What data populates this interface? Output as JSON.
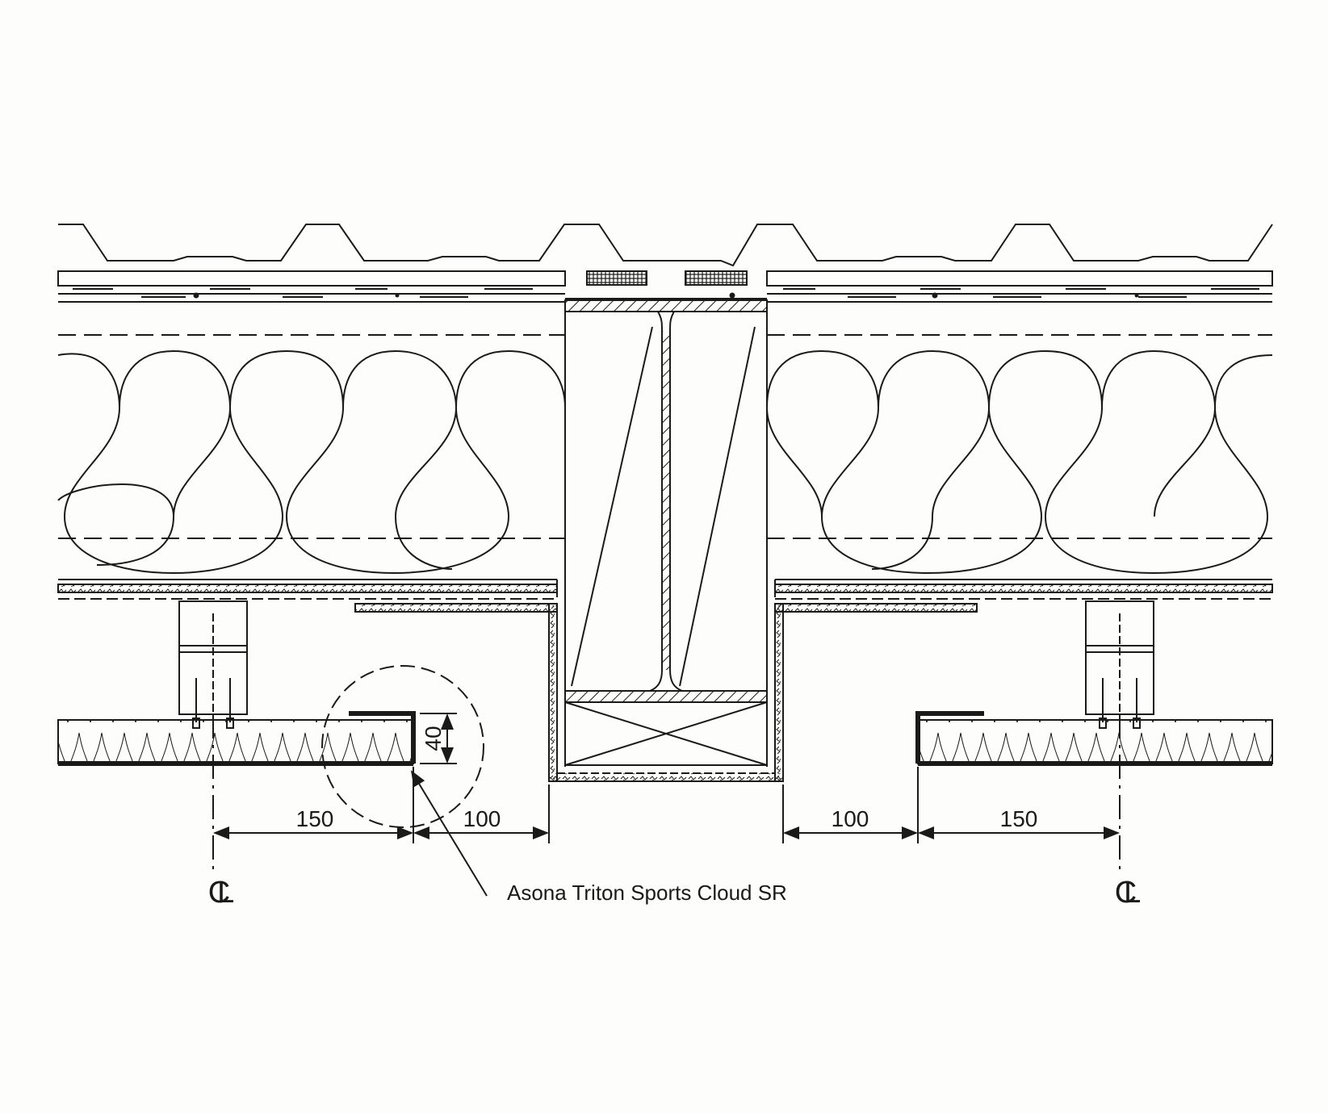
{
  "colors": {
    "background": "#fdfdfb",
    "ink": "#1a1a1a"
  },
  "dimensions": {
    "left_150": "150",
    "left_100": "100",
    "right_100": "100",
    "right_150": "150",
    "height_40": "40"
  },
  "labels": {
    "product_callout": "Asona Triton Sports Cloud SR",
    "centerline_symbol": "CL"
  }
}
